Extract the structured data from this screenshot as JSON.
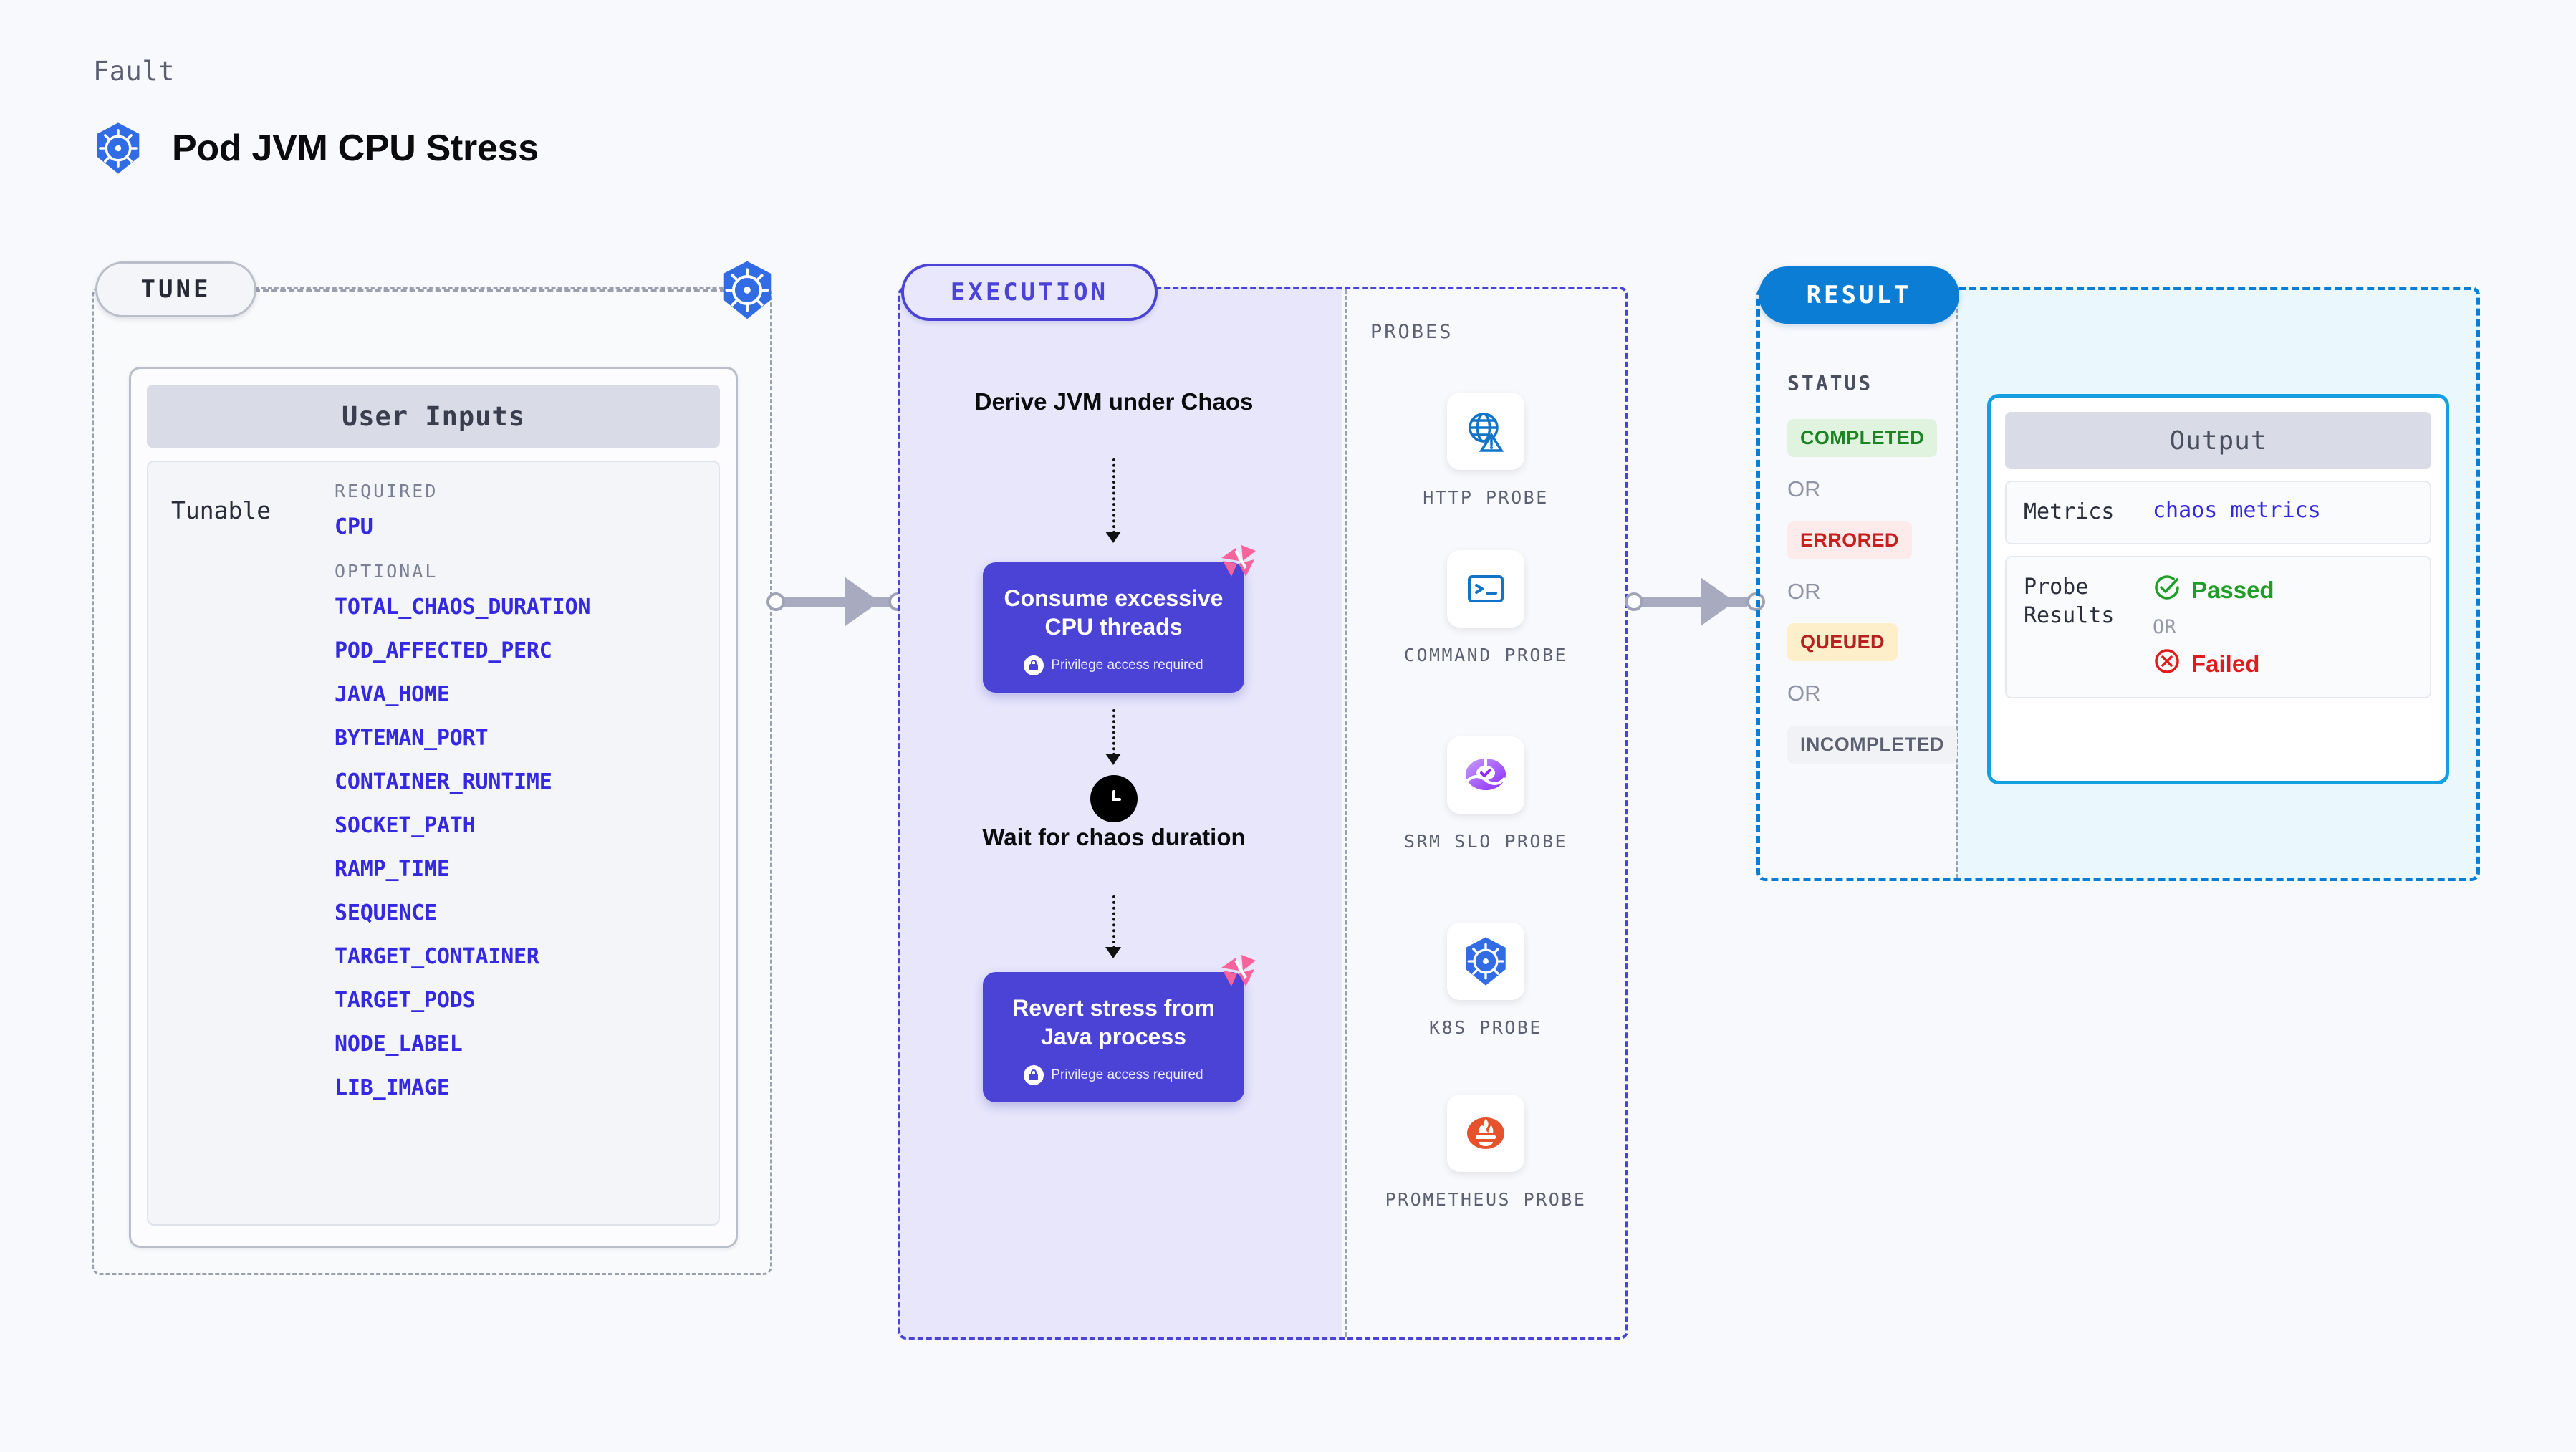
{
  "header": {
    "eyebrow": "Fault",
    "title": "Pod JVM CPU Stress",
    "icon": "kubernetes-icon"
  },
  "tune": {
    "pill_label": "TUNE",
    "badge_icon": "kubernetes-icon",
    "inputs_card": {
      "header": "User Inputs",
      "row_label": "Tunable",
      "groups": [
        {
          "title": "REQUIRED",
          "items": [
            "CPU"
          ]
        },
        {
          "title": "OPTIONAL",
          "items": [
            "TOTAL_CHAOS_DURATION",
            "POD_AFFECTED_PERC",
            "JAVA_HOME",
            "BYTEMAN_PORT",
            "CONTAINER_RUNTIME",
            "SOCKET_PATH",
            "RAMP_TIME",
            "SEQUENCE",
            "TARGET_CONTAINER",
            "TARGET_PODS",
            "NODE_LABEL",
            "LIB_IMAGE"
          ]
        }
      ]
    }
  },
  "execution": {
    "pill_label": "EXECUTION",
    "steps": {
      "derive_title": "Derive JVM under Chaos",
      "consume_title": "Consume excessive CPU threads",
      "consume_privilege": "Privilege access required",
      "wait_title": "Wait for chaos duration",
      "wait_icon": "clock-icon",
      "revert_title": "Revert stress from Java process",
      "revert_privilege": "Privilege access required"
    }
  },
  "probes": {
    "label": "PROBES",
    "items": [
      {
        "name": "HTTP PROBE",
        "icon": "globe-warning-icon"
      },
      {
        "name": "COMMAND PROBE",
        "icon": "terminal-icon"
      },
      {
        "name": "SRM SLO PROBE",
        "icon": "srm-slo-icon"
      },
      {
        "name": "K8S PROBE",
        "icon": "kubernetes-icon"
      },
      {
        "name": "PROMETHEUS PROBE",
        "icon": "prometheus-icon"
      }
    ]
  },
  "result": {
    "pill_label": "RESULT",
    "status_label": "STATUS",
    "or_label": "OR",
    "statuses": [
      {
        "text": "COMPLETED",
        "bg": "#dff3de",
        "fg": "#1d8324"
      },
      {
        "text": "ERRORED",
        "bg": "#fdeaea",
        "fg": "#c81f1f"
      },
      {
        "text": "QUEUED",
        "bg": "#fdefc9",
        "fg": "#b62121"
      },
      {
        "text": "INCOMPLETED",
        "bg": "#f1f2f6",
        "fg": "#5c6172"
      }
    ],
    "output": {
      "header": "Output",
      "metrics_key": "Metrics",
      "metrics_value": "chaos metrics",
      "probe_results_key": "Probe Results",
      "passed": "Passed",
      "failed": "Failed",
      "or_label": "OR",
      "passed_icon": "check-circle-icon",
      "failed_icon": "x-circle-icon"
    }
  },
  "colors": {
    "accent_purple": "#4a43d6",
    "accent_blue": "#0c7dd4",
    "link_blue": "#3429e0",
    "chaos_pink": "#f9639b",
    "k8s_blue": "#326ce5"
  }
}
